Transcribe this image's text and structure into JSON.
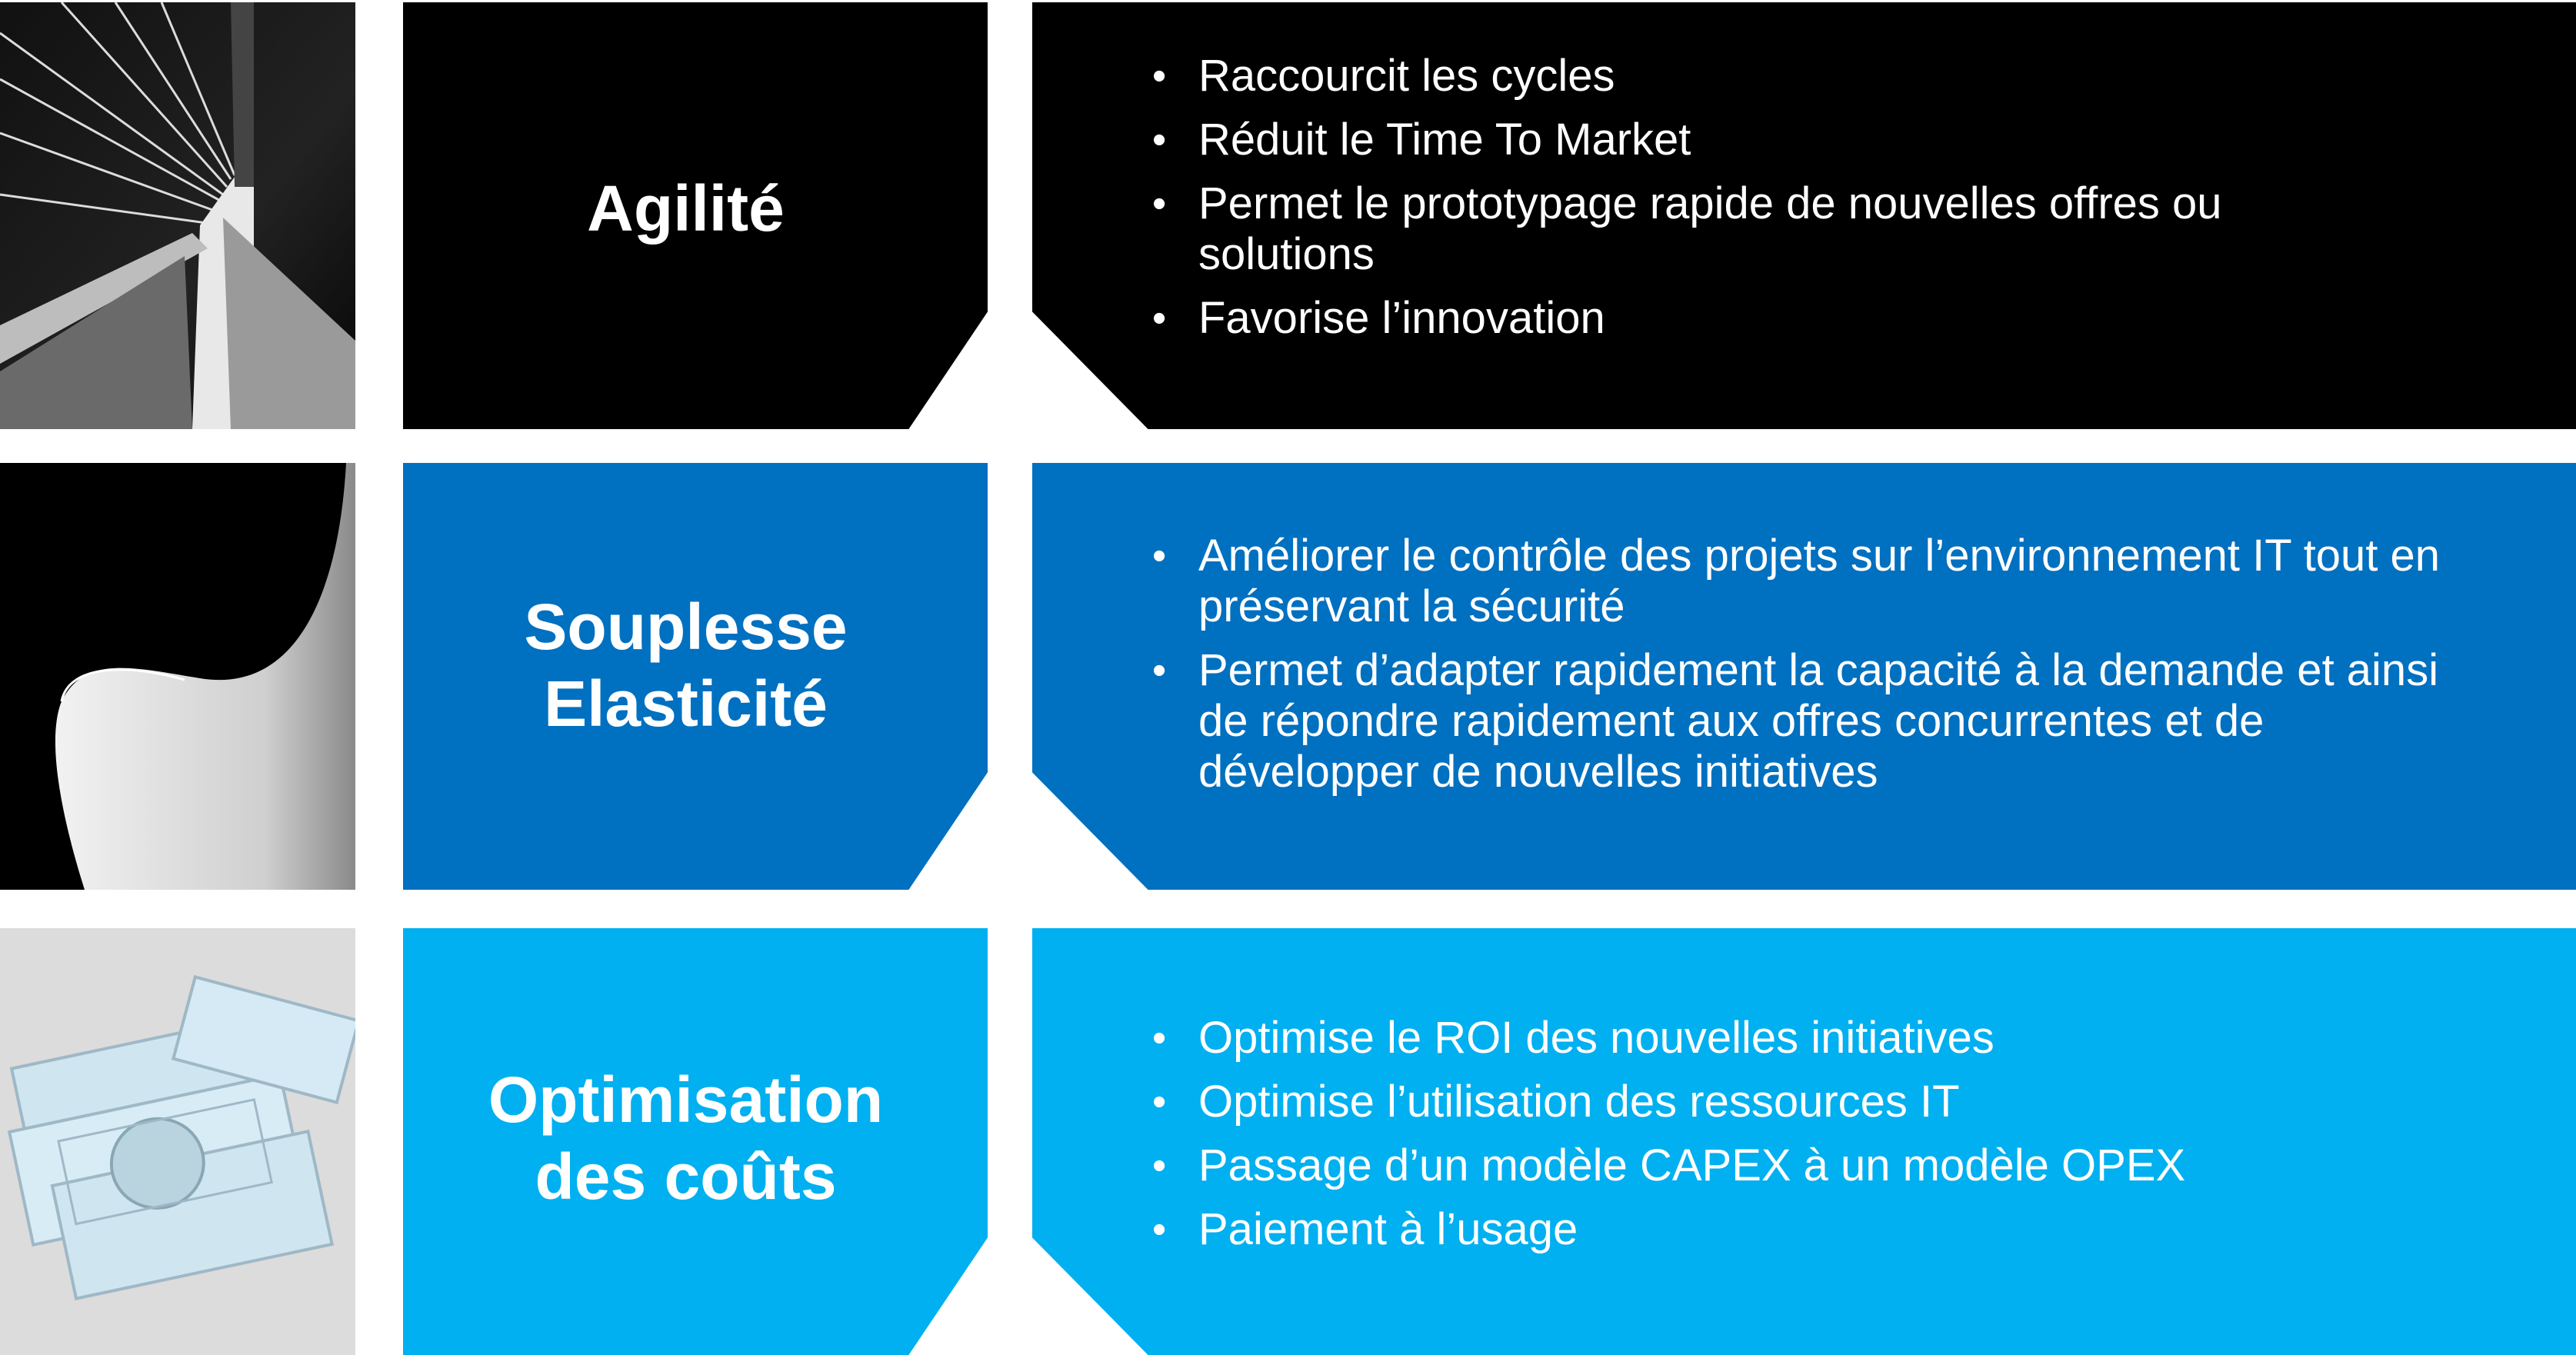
{
  "rows": [
    {
      "title_lines": [
        "Agilité"
      ],
      "bullets": [
        "Raccourcit les cycles",
        "Réduit le Time To Market",
        "Permet le prototypage rapide de nouvelles offres ou solutions",
        "Favorise l’innovation"
      ],
      "color": "#000000",
      "image": "bridge-cables-photo"
    },
    {
      "title_lines": [
        "Souplesse",
        "Elasticité"
      ],
      "bullets": [
        "Améliorer le contrôle des projets sur l’environnement IT tout en préservant la sécurité",
        "Permet d’adapter rapidement la capacité à la demande et ainsi de répondre rapidement aux offres concurrentes et de développer de nouvelles initiatives"
      ],
      "color": "#0070c0",
      "image": "curved-concrete-photo"
    },
    {
      "title_lines": [
        "Optimisation",
        "des coûts"
      ],
      "bullets": [
        "Optimise le ROI des nouvelles initiatives",
        "Optimise l’utilisation des ressources IT",
        "Passage d’un modèle CAPEX à un modèle OPEX",
        "Paiement à l’usage"
      ],
      "color": "#00b0f0",
      "image": "dollar-bills-photo"
    }
  ]
}
